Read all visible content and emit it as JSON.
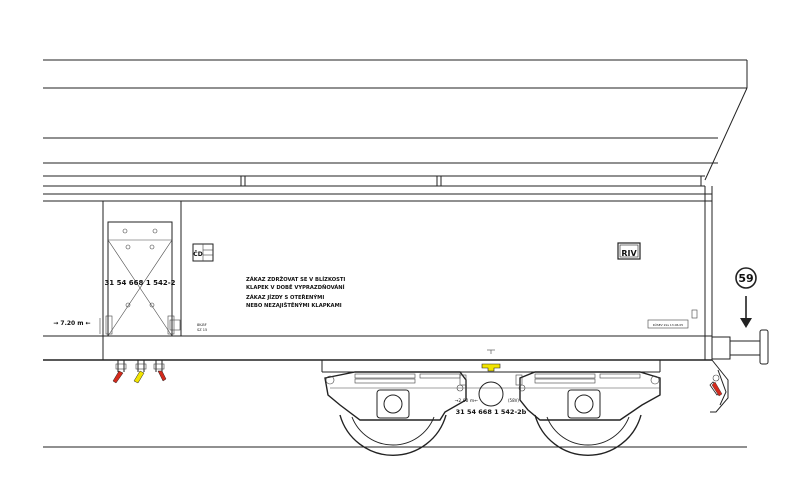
{
  "wagon": {
    "number_left": "31 54 668 1 542-2",
    "number_bogie": "31 54 668 1 542-2b",
    "length_left": "→ 7.20 m ←",
    "bogie_dim": "→2.00 m←",
    "bogie_code": "(58V)",
    "riv_badge": "RIV",
    "reg_marking": "ČD",
    "small_mark_1": "8K-BF",
    "small_mark_2": "SZ 15",
    "revision_label": "KÜSEV 2ks 13.06.05",
    "notice_line1": "ZÁKAZ ZDRŽOVAT SE  V BLÍZKOSTI",
    "notice_line2": "KLAPEK V DOBĚ VYPRAZDŇOVÁNÍ",
    "notice_line3": "ZÁKAZ JÍZDY S OTEŘENÝMI",
    "notice_line4": "NEBO NEZAJIŠTĚNÝMI KLAPKAMI",
    "position_number": "59"
  },
  "colors": {
    "stroke": "#222222",
    "red_handle": "#d42a1c",
    "yellow_handle": "#f2e400",
    "yellow_symbol": "#f2e400",
    "background": "#ffffff"
  }
}
